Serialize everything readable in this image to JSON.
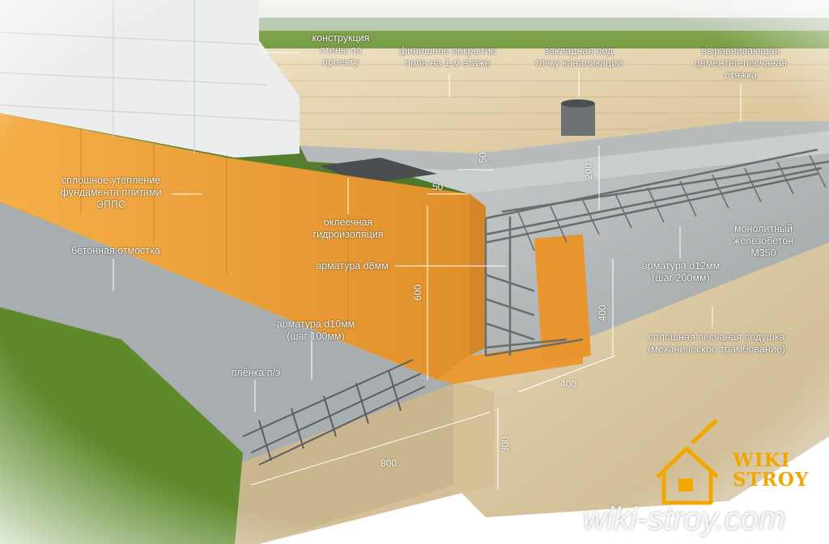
{
  "labels": {
    "wall": "конструкция\nстены по\nпроекту",
    "finish_floor": "финишное покрытие\nпола на 1-м этаже",
    "sewer": "закладная под\nточку канализации",
    "screed": "выравнивающая\nцементно-песчаная\nстяжка",
    "insulation": "сплошное утепление\nфундамента плитами\nЭППС",
    "waterproof": "оклеечная\nгидроизоляция",
    "blind_area": "бетонная отмостка",
    "rebar_d8": "арматура d8мм",
    "concrete": "монолитный\nжелезобетон\nМ350",
    "rebar_d12": "арматура d12мм\n(шаг 200мм)",
    "sand": "сплошная песчаная подушка\n(механическое трамбование)",
    "rebar_d10": "арматура d10мм\n(шаг 100мм)",
    "film": "плёнка п/э"
  },
  "dimensions": {
    "d50_top": "50",
    "d50_side": "50",
    "d200": "200",
    "d600": "600",
    "d400_v": "400",
    "d400_h": "400",
    "d300": "300",
    "d800": "800"
  },
  "brand": {
    "word1": "WIKI",
    "word2": "STROY",
    "site": "wiki-stroy.com",
    "accent": "#f0a800"
  },
  "colors": {
    "insulation": "#f0a23c",
    "concrete": "#b9bdbe",
    "sand": "#dcc9a2",
    "deck": "#e3cfa6",
    "grass": "#5e8a2c",
    "sky": "#eef1ee",
    "leader": "#ffffff"
  }
}
